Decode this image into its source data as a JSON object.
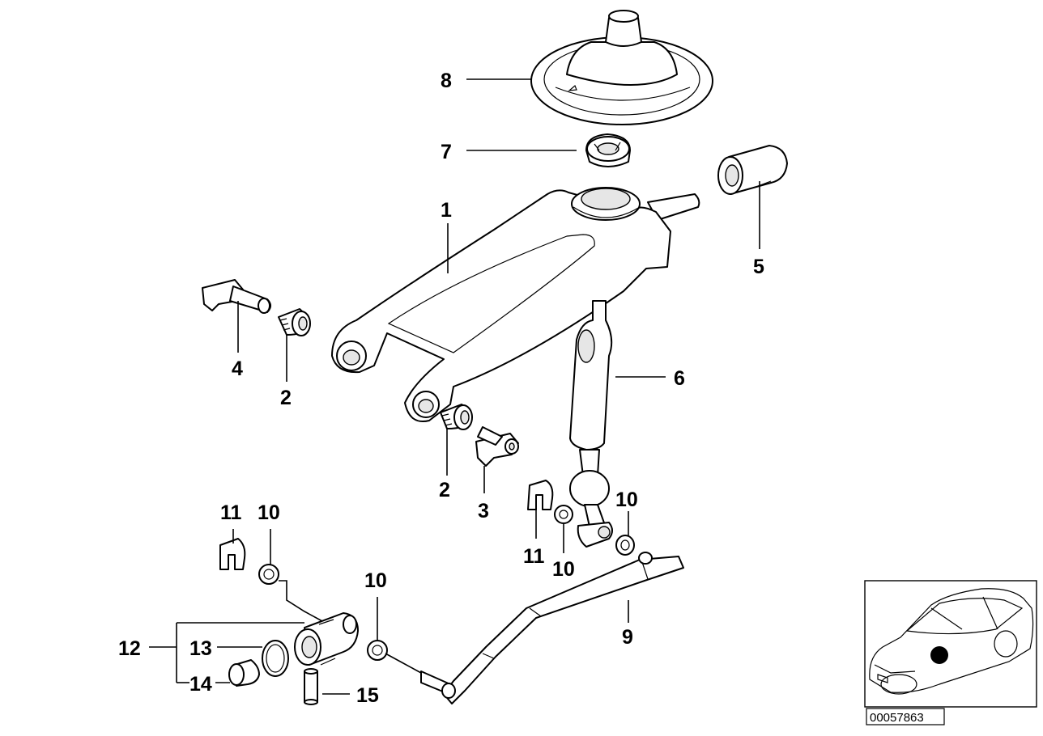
{
  "diagram": {
    "reference_number": "00057863",
    "callouts": [
      {
        "id": "c8",
        "label": "8"
      },
      {
        "id": "c7",
        "label": "7"
      },
      {
        "id": "c1",
        "label": "1"
      },
      {
        "id": "c5",
        "label": "5"
      },
      {
        "id": "c4",
        "label": "4"
      },
      {
        "id": "c2a",
        "label": "2"
      },
      {
        "id": "c6",
        "label": "6"
      },
      {
        "id": "c2b",
        "label": "2"
      },
      {
        "id": "c3",
        "label": "3"
      },
      {
        "id": "c11a",
        "label": "11"
      },
      {
        "id": "c10a",
        "label": "10"
      },
      {
        "id": "c10b",
        "label": "10"
      },
      {
        "id": "c11b",
        "label": "11"
      },
      {
        "id": "c10c",
        "label": "10"
      },
      {
        "id": "c10d",
        "label": "10"
      },
      {
        "id": "c12",
        "label": "12"
      },
      {
        "id": "c13",
        "label": "13"
      },
      {
        "id": "c14",
        "label": "14"
      },
      {
        "id": "c9",
        "label": "9"
      },
      {
        "id": "c15",
        "label": "15"
      }
    ]
  }
}
